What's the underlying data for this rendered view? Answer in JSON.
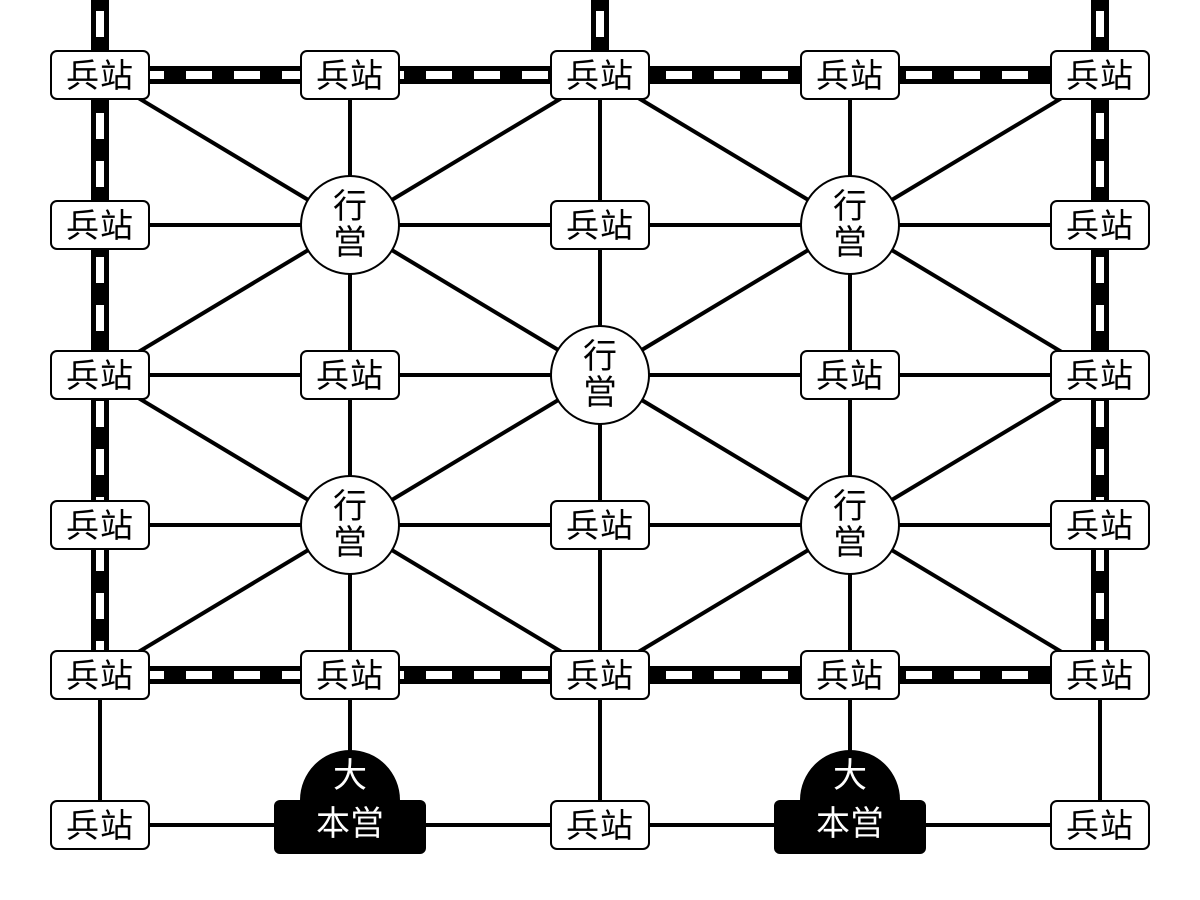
{
  "board": {
    "cols": 5,
    "rows": 6,
    "station_label": "兵站",
    "camp_label_line1": "行",
    "camp_label_line2": "営",
    "hq_label_line1": "大",
    "hq_label_line2": "本営",
    "colors": {
      "line": "#000000",
      "node_fill": "#ffffff",
      "hq_fill": "#000000",
      "hq_text": "#ffffff"
    },
    "nodes": [
      {
        "id": "s-0-0",
        "type": "station",
        "col": 0,
        "row": 0
      },
      {
        "id": "s-1-0",
        "type": "station",
        "col": 1,
        "row": 0
      },
      {
        "id": "s-2-0",
        "type": "station",
        "col": 2,
        "row": 0
      },
      {
        "id": "s-3-0",
        "type": "station",
        "col": 3,
        "row": 0
      },
      {
        "id": "s-4-0",
        "type": "station",
        "col": 4,
        "row": 0
      },
      {
        "id": "s-0-1",
        "type": "station",
        "col": 0,
        "row": 1
      },
      {
        "id": "c-1-1",
        "type": "camp",
        "col": 1,
        "row": 1
      },
      {
        "id": "s-2-1",
        "type": "station",
        "col": 2,
        "row": 1
      },
      {
        "id": "c-3-1",
        "type": "camp",
        "col": 3,
        "row": 1
      },
      {
        "id": "s-4-1",
        "type": "station",
        "col": 4,
        "row": 1
      },
      {
        "id": "s-0-2",
        "type": "station",
        "col": 0,
        "row": 2
      },
      {
        "id": "s-1-2",
        "type": "station",
        "col": 1,
        "row": 2
      },
      {
        "id": "c-2-2",
        "type": "camp",
        "col": 2,
        "row": 2
      },
      {
        "id": "s-3-2",
        "type": "station",
        "col": 3,
        "row": 2
      },
      {
        "id": "s-4-2",
        "type": "station",
        "col": 4,
        "row": 2
      },
      {
        "id": "s-0-3",
        "type": "station",
        "col": 0,
        "row": 3
      },
      {
        "id": "c-1-3",
        "type": "camp",
        "col": 1,
        "row": 3
      },
      {
        "id": "s-2-3",
        "type": "station",
        "col": 2,
        "row": 3
      },
      {
        "id": "c-3-3",
        "type": "camp",
        "col": 3,
        "row": 3
      },
      {
        "id": "s-4-3",
        "type": "station",
        "col": 4,
        "row": 3
      },
      {
        "id": "s-0-4",
        "type": "station",
        "col": 0,
        "row": 4
      },
      {
        "id": "s-1-4",
        "type": "station",
        "col": 1,
        "row": 4
      },
      {
        "id": "s-2-4",
        "type": "station",
        "col": 2,
        "row": 4
      },
      {
        "id": "s-3-4",
        "type": "station",
        "col": 3,
        "row": 4
      },
      {
        "id": "s-4-4",
        "type": "station",
        "col": 4,
        "row": 4
      },
      {
        "id": "s-0-5",
        "type": "station",
        "col": 0,
        "row": 5
      },
      {
        "id": "h-1-5",
        "type": "hq",
        "col": 1,
        "row": 5
      },
      {
        "id": "s-2-5",
        "type": "station",
        "col": 2,
        "row": 5
      },
      {
        "id": "h-3-5",
        "type": "hq",
        "col": 3,
        "row": 5
      },
      {
        "id": "s-4-5",
        "type": "station",
        "col": 4,
        "row": 5
      }
    ],
    "railroads": [
      {
        "from": [
          0,
          0
        ],
        "to": [
          4,
          0
        ]
      },
      {
        "from": [
          0,
          4
        ],
        "to": [
          4,
          4
        ]
      },
      {
        "from": [
          0,
          0
        ],
        "to": [
          0,
          4
        ]
      },
      {
        "from": [
          4,
          0
        ],
        "to": [
          4,
          4
        ]
      },
      {
        "from": [
          0,
          0
        ],
        "to": [
          0,
          -1
        ]
      },
      {
        "from": [
          2,
          0
        ],
        "to": [
          2,
          -1
        ]
      },
      {
        "from": [
          4,
          0
        ],
        "to": [
          4,
          -1
        ]
      }
    ],
    "roads": [
      {
        "from": [
          1,
          0
        ],
        "to": [
          1,
          1
        ]
      },
      {
        "from": [
          2,
          0
        ],
        "to": [
          2,
          1
        ]
      },
      {
        "from": [
          3,
          0
        ],
        "to": [
          3,
          1
        ]
      },
      {
        "from": [
          1,
          1
        ],
        "to": [
          1,
          2
        ]
      },
      {
        "from": [
          2,
          1
        ],
        "to": [
          2,
          2
        ]
      },
      {
        "from": [
          3,
          1
        ],
        "to": [
          3,
          2
        ]
      },
      {
        "from": [
          1,
          2
        ],
        "to": [
          1,
          3
        ]
      },
      {
        "from": [
          2,
          2
        ],
        "to": [
          2,
          3
        ]
      },
      {
        "from": [
          3,
          2
        ],
        "to": [
          3,
          3
        ]
      },
      {
        "from": [
          1,
          3
        ],
        "to": [
          1,
          4
        ]
      },
      {
        "from": [
          2,
          3
        ],
        "to": [
          2,
          4
        ]
      },
      {
        "from": [
          3,
          3
        ],
        "to": [
          3,
          4
        ]
      },
      {
        "from": [
          0,
          4
        ],
        "to": [
          0,
          5
        ]
      },
      {
        "from": [
          1,
          4
        ],
        "to": [
          1,
          5
        ]
      },
      {
        "from": [
          2,
          4
        ],
        "to": [
          2,
          5
        ]
      },
      {
        "from": [
          3,
          4
        ],
        "to": [
          3,
          5
        ]
      },
      {
        "from": [
          4,
          4
        ],
        "to": [
          4,
          5
        ]
      },
      {
        "from": [
          0,
          1
        ],
        "to": [
          1,
          1
        ]
      },
      {
        "from": [
          1,
          1
        ],
        "to": [
          2,
          1
        ]
      },
      {
        "from": [
          2,
          1
        ],
        "to": [
          3,
          1
        ]
      },
      {
        "from": [
          3,
          1
        ],
        "to": [
          4,
          1
        ]
      },
      {
        "from": [
          0,
          2
        ],
        "to": [
          1,
          2
        ]
      },
      {
        "from": [
          1,
          2
        ],
        "to": [
          2,
          2
        ]
      },
      {
        "from": [
          2,
          2
        ],
        "to": [
          3,
          2
        ]
      },
      {
        "from": [
          3,
          2
        ],
        "to": [
          4,
          2
        ]
      },
      {
        "from": [
          0,
          3
        ],
        "to": [
          1,
          3
        ]
      },
      {
        "from": [
          1,
          3
        ],
        "to": [
          2,
          3
        ]
      },
      {
        "from": [
          2,
          3
        ],
        "to": [
          3,
          3
        ]
      },
      {
        "from": [
          3,
          3
        ],
        "to": [
          4,
          3
        ]
      },
      {
        "from": [
          0,
          5
        ],
        "to": [
          1,
          5
        ]
      },
      {
        "from": [
          1,
          5
        ],
        "to": [
          2,
          5
        ]
      },
      {
        "from": [
          2,
          5
        ],
        "to": [
          3,
          5
        ]
      },
      {
        "from": [
          3,
          5
        ],
        "to": [
          4,
          5
        ]
      },
      {
        "from": [
          1,
          1
        ],
        "to": [
          0,
          0
        ]
      },
      {
        "from": [
          1,
          1
        ],
        "to": [
          2,
          0
        ]
      },
      {
        "from": [
          1,
          1
        ],
        "to": [
          0,
          2
        ]
      },
      {
        "from": [
          1,
          1
        ],
        "to": [
          2,
          2
        ]
      },
      {
        "from": [
          3,
          1
        ],
        "to": [
          2,
          0
        ]
      },
      {
        "from": [
          3,
          1
        ],
        "to": [
          4,
          0
        ]
      },
      {
        "from": [
          3,
          1
        ],
        "to": [
          2,
          2
        ]
      },
      {
        "from": [
          3,
          1
        ],
        "to": [
          4,
          2
        ]
      },
      {
        "from": [
          2,
          2
        ],
        "to": [
          1,
          3
        ]
      },
      {
        "from": [
          2,
          2
        ],
        "to": [
          3,
          3
        ]
      },
      {
        "from": [
          1,
          3
        ],
        "to": [
          0,
          2
        ]
      },
      {
        "from": [
          1,
          3
        ],
        "to": [
          0,
          4
        ]
      },
      {
        "from": [
          1,
          3
        ],
        "to": [
          2,
          4
        ]
      },
      {
        "from": [
          3,
          3
        ],
        "to": [
          4,
          2
        ]
      },
      {
        "from": [
          3,
          3
        ],
        "to": [
          2,
          4
        ]
      },
      {
        "from": [
          3,
          3
        ],
        "to": [
          4,
          4
        ]
      }
    ]
  }
}
